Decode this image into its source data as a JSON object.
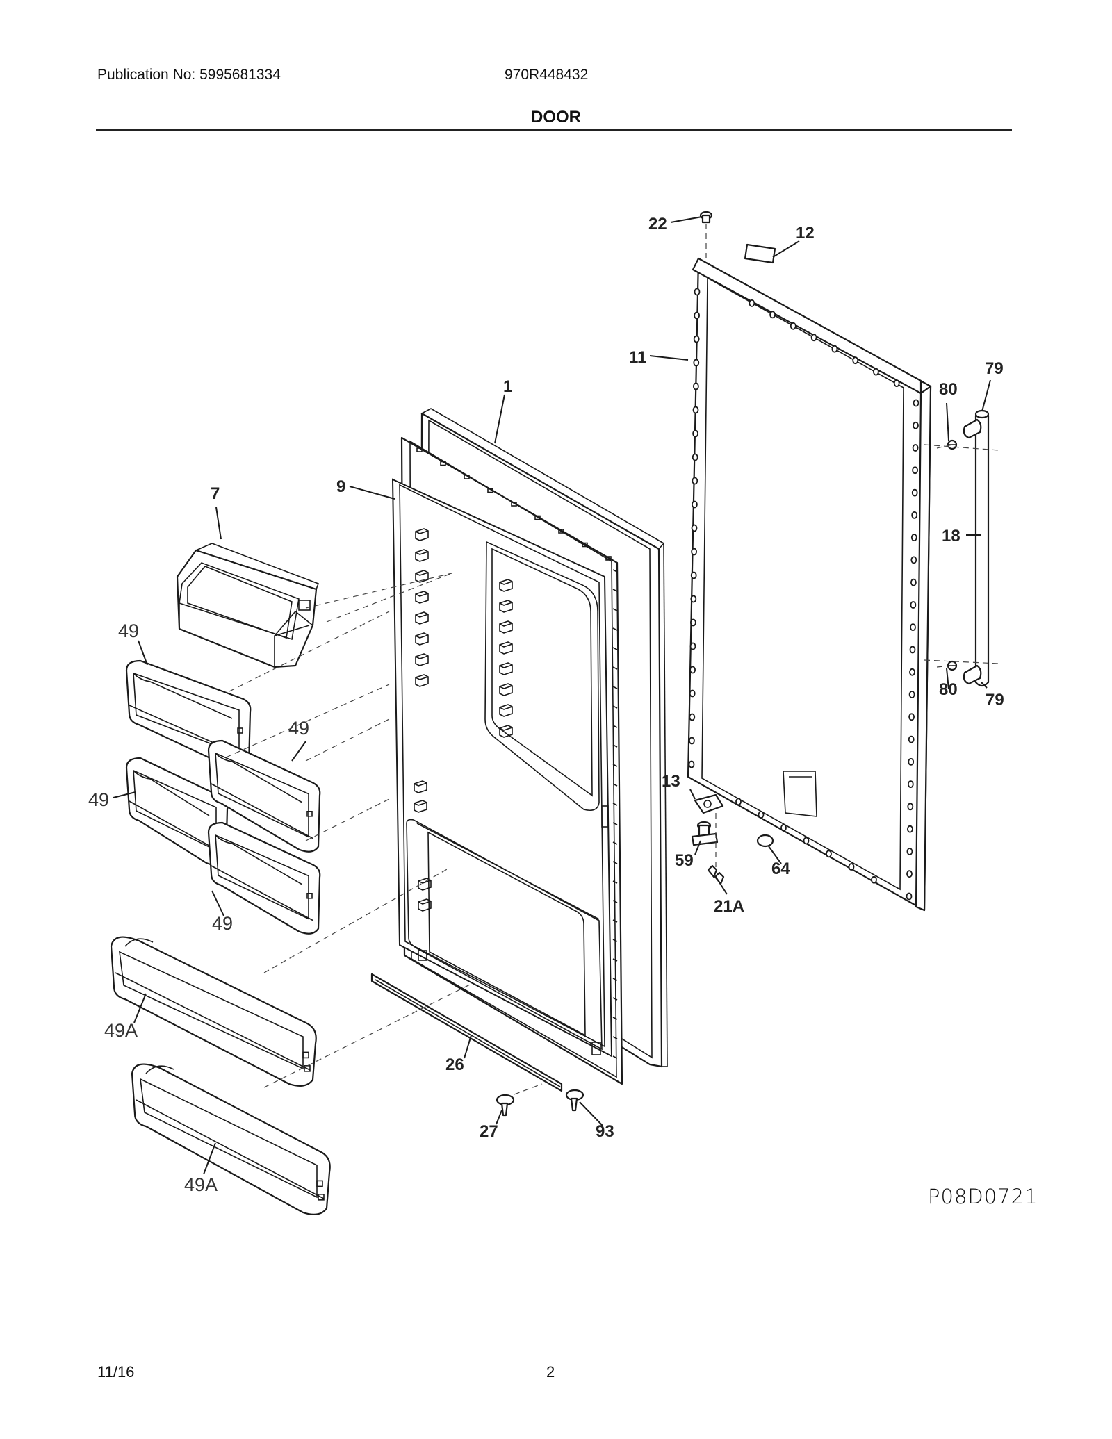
{
  "header": {
    "publication": "Publication No: 5995681334",
    "model": "970R448432",
    "title": "DOOR"
  },
  "footer": {
    "date": "11/16",
    "page": "2"
  },
  "figure_code": "P08D0721",
  "callouts": {
    "c1": "1",
    "c7": "7",
    "c9": "9",
    "c11": "11",
    "c12": "12",
    "c13": "13",
    "c18": "18",
    "c21a": "21A",
    "c22": "22",
    "c26": "26",
    "c27": "27",
    "c59": "59",
    "c64": "64",
    "c79a": "79",
    "c79b": "79",
    "c80a": "80",
    "c80b": "80",
    "c93": "93",
    "c49a": "49",
    "c49b": "49",
    "c49c": "49",
    "c49d": "49",
    "c49Aa": "49A",
    "c49Ab": "49A"
  }
}
